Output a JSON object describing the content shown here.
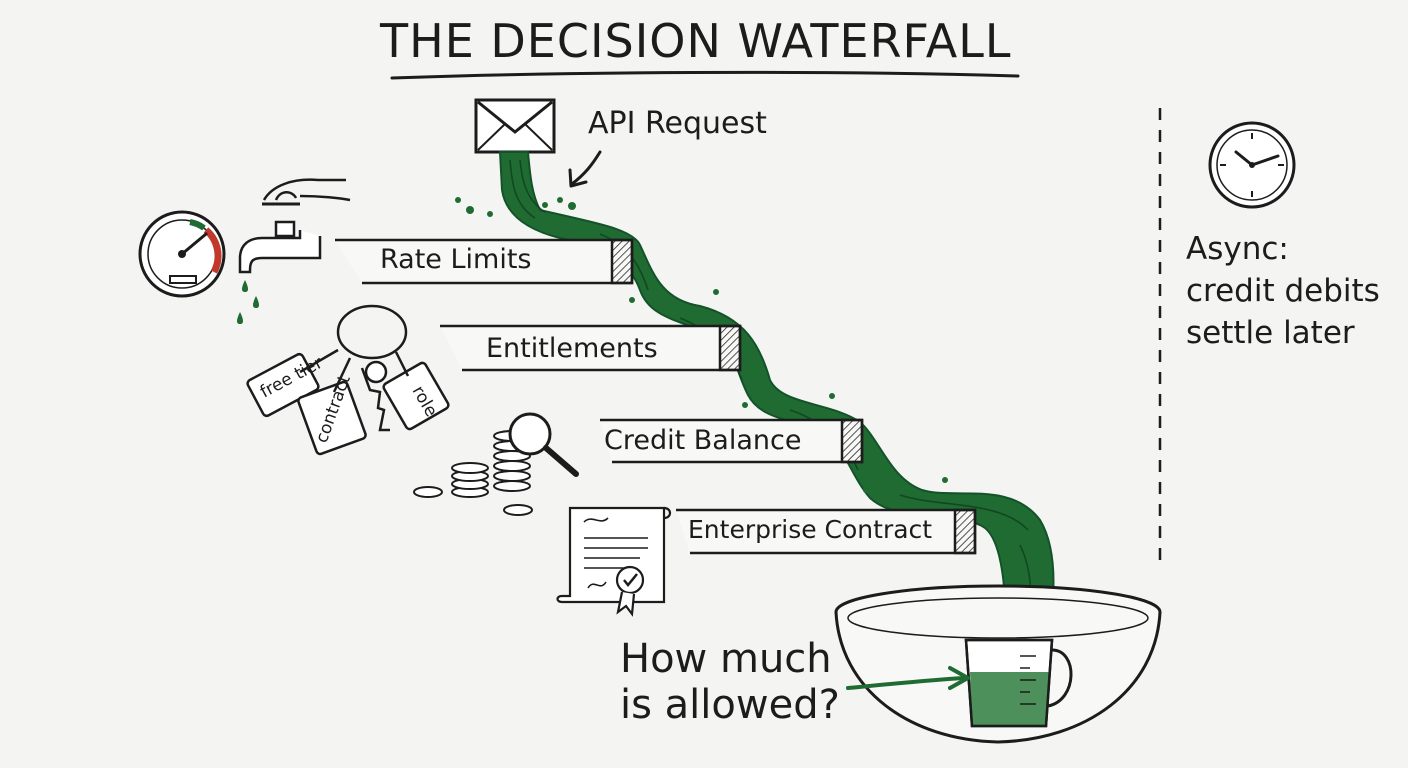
{
  "title": "THE DECISION WATERFALL",
  "source": {
    "label": "API Request",
    "icon": "envelope-icon"
  },
  "steps": [
    {
      "label": "Rate Limits",
      "icon": "gauge-and-faucet-icon"
    },
    {
      "label": "Entitlements",
      "icon": "keyring-icon"
    },
    {
      "label": "Credit Balance",
      "icon": "coins-magnifier-icon"
    },
    {
      "label": "Enterprise Contract",
      "icon": "contract-scroll-icon"
    }
  ],
  "key_tags": [
    "free tier",
    "contract",
    "role"
  ],
  "result": {
    "question_line1": "How much",
    "question_line2": "is allowed?",
    "icon": "measuring-cup-icon"
  },
  "async_note": {
    "line1": "Async:",
    "line2": "credit debits",
    "line3": "settle later",
    "icon": "clock-icon"
  },
  "colors": {
    "water": "#1f6b32",
    "water_dark": "#14532a",
    "ink": "#1c1c1c",
    "paper": "#f4f4f2",
    "gauge_red": "#c0392b"
  }
}
